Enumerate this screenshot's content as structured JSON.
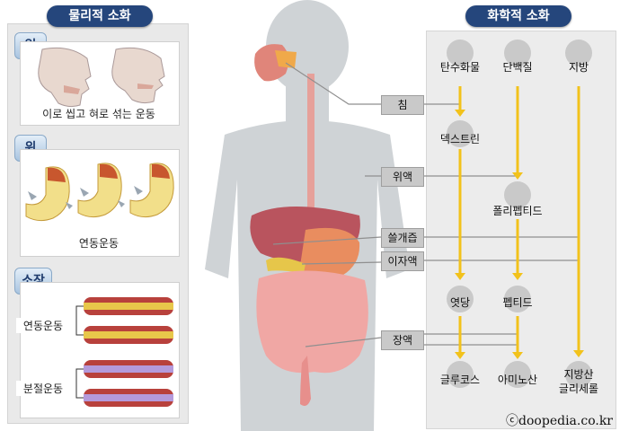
{
  "left_section": {
    "title": "물리적 소화",
    "mouth": {
      "tag": "입",
      "caption": "이로 씹고 혀로 섞는 운동"
    },
    "stomach": {
      "tag": "위",
      "caption": "연동운동"
    },
    "small_intestine": {
      "tag": "소장",
      "labels": [
        "연동운동",
        "분절운동"
      ]
    }
  },
  "right_section": {
    "title": "화학적 소화",
    "columns": [
      "탄수화물",
      "단백질",
      "지방"
    ],
    "intermediates": {
      "dextrin": "덱스트린",
      "polypeptide": "폴리펩티드",
      "maltose": "엿당",
      "peptide": "펩티드"
    },
    "products": {
      "glucose": "글루코스",
      "amino_acid": "아미노산",
      "fat_products": [
        "지방산",
        "글리세롤"
      ]
    }
  },
  "secretions": [
    "침",
    "위액",
    "쓸개즙",
    "이자액",
    "장액"
  ],
  "copyright": "ⓒdoopedia.co.kr",
  "colors": {
    "header": "#25467c",
    "arrow": "#f2c21b",
    "line": "#8f8f8f"
  }
}
